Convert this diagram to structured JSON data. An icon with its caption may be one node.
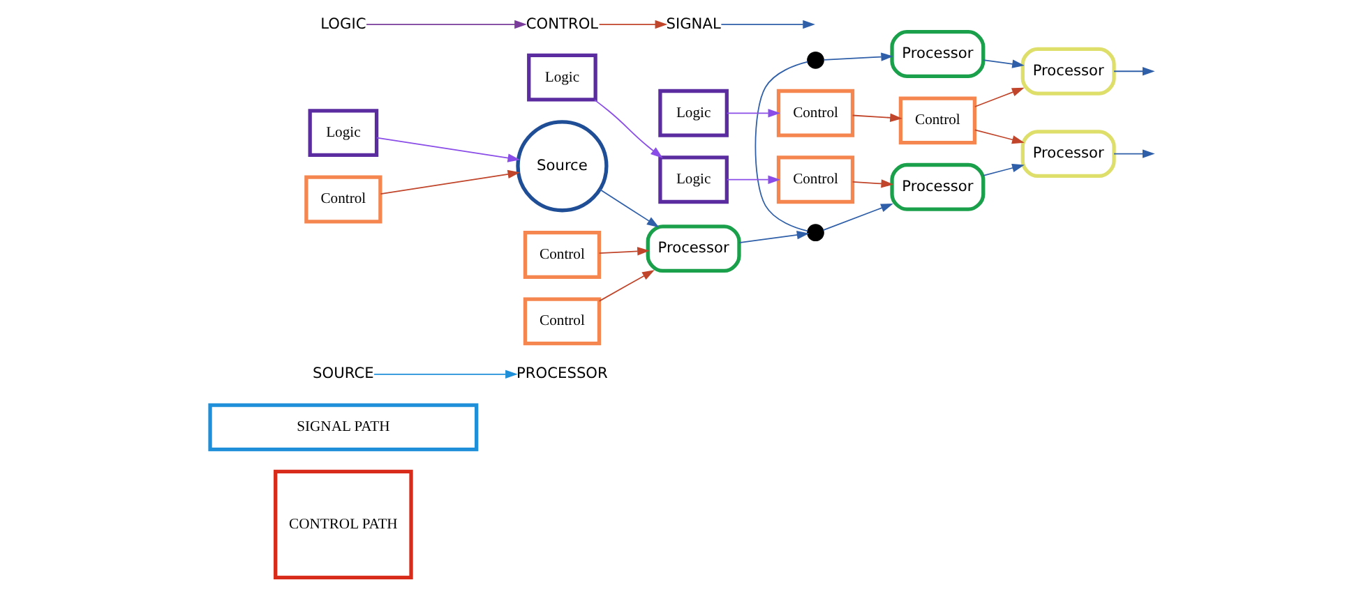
{
  "diagram": {
    "nodes": [
      {
        "text": [
          "CONTROL PATH"
        ]
      },
      {
        "text": [
          "SIGNAL PATH"
        ]
      },
      {
        "text": [
          "SOURCE"
        ]
      },
      {
        "text": [
          "PROCESSOR"
        ]
      },
      {
        "text": [
          "Logic"
        ]
      },
      {
        "text": [
          "Processor"
        ]
      },
      {
        "text": [
          "Processor"
        ]
      },
      {
        "text": [],
        "shape": "circle"
      },
      {
        "text": [
          "SIGNAL"
        ]
      },
      {
        "text": [
          "Source"
        ]
      },
      {
        "text": [
          "Processor"
        ]
      },
      {
        "text": [],
        "shape": "circle"
      },
      {
        "text": [
          "Processor"
        ]
      },
      {
        "text": [
          "Processor"
        ]
      },
      {
        "text": [
          "Control"
        ]
      },
      {
        "text": [
          "Control"
        ]
      },
      {
        "text": [
          "Control"
        ]
      },
      {
        "text": [
          "Control"
        ]
      },
      {
        "text": [
          "CONTROL"
        ]
      },
      {
        "text": [
          "Control"
        ]
      },
      {
        "text": [
          "Logic"
        ]
      },
      {
        "text": [
          "Control"
        ]
      },
      {
        "text": [
          "LOGIC"
        ]
      },
      {
        "text": [
          "Logic"
        ]
      },
      {
        "text": [
          "Logic"
        ]
      }
    ],
    "edges": [
      {
        "from": 2,
        "to": 3,
        "arrow": "to",
        "color": "#1e8fd8"
      },
      {
        "from": 4,
        "to": 9,
        "arrow": "to",
        "color": "#8a4de8"
      },
      {
        "from": 8,
        "to": null,
        "arrow": "to"
      },
      {
        "from": 18,
        "to": 8,
        "arrow": "to",
        "color": "#c0452a"
      },
      {
        "from": 22,
        "to": 18,
        "arrow": "to",
        "color": "#7a3c9a"
      },
      {
        "from": 9,
        "to": 10,
        "arrow": "to"
      },
      {
        "from": 10,
        "to": 11,
        "arrow": "to"
      },
      {
        "from": 11,
        "to": 7,
        "arrow": "none"
      },
      {
        "from": 7,
        "to": 5,
        "arrow": "to"
      },
      {
        "from": 11,
        "to": 12,
        "arrow": "to"
      },
      {
        "from": 5,
        "to": 6,
        "arrow": "to"
      },
      {
        "from": 12,
        "to": 13,
        "arrow": "to"
      },
      {
        "from": 6,
        "to": null,
        "arrow": "to"
      },
      {
        "from": 13,
        "to": null,
        "arrow": "to"
      },
      {
        "from": 14,
        "to": 9,
        "arrow": "to",
        "color": "#c0452a"
      },
      {
        "from": 15,
        "to": 10,
        "arrow": "to",
        "color": "#c0452a"
      },
      {
        "from": 19,
        "to": 10,
        "arrow": "to",
        "color": "#c0452a"
      },
      {
        "from": 16,
        "to": 12,
        "arrow": "to",
        "color": "#c0452a"
      },
      {
        "from": 17,
        "to": 13,
        "arrow": "to",
        "color": "#c0452a"
      },
      {
        "from": 17,
        "to": 6,
        "arrow": "to",
        "color": "#c0452a"
      },
      {
        "from": 21,
        "to": 17,
        "arrow": "to",
        "color": "#c0452a"
      },
      {
        "from": 20,
        "to": 16,
        "arrow": "to",
        "color": "#8a4de8"
      },
      {
        "from": 23,
        "to": 20,
        "arrow": "to",
        "color": "#8a4de8"
      },
      {
        "from": 24,
        "to": 21,
        "arrow": "to",
        "color": "#8a4de8"
      }
    ]
  }
}
